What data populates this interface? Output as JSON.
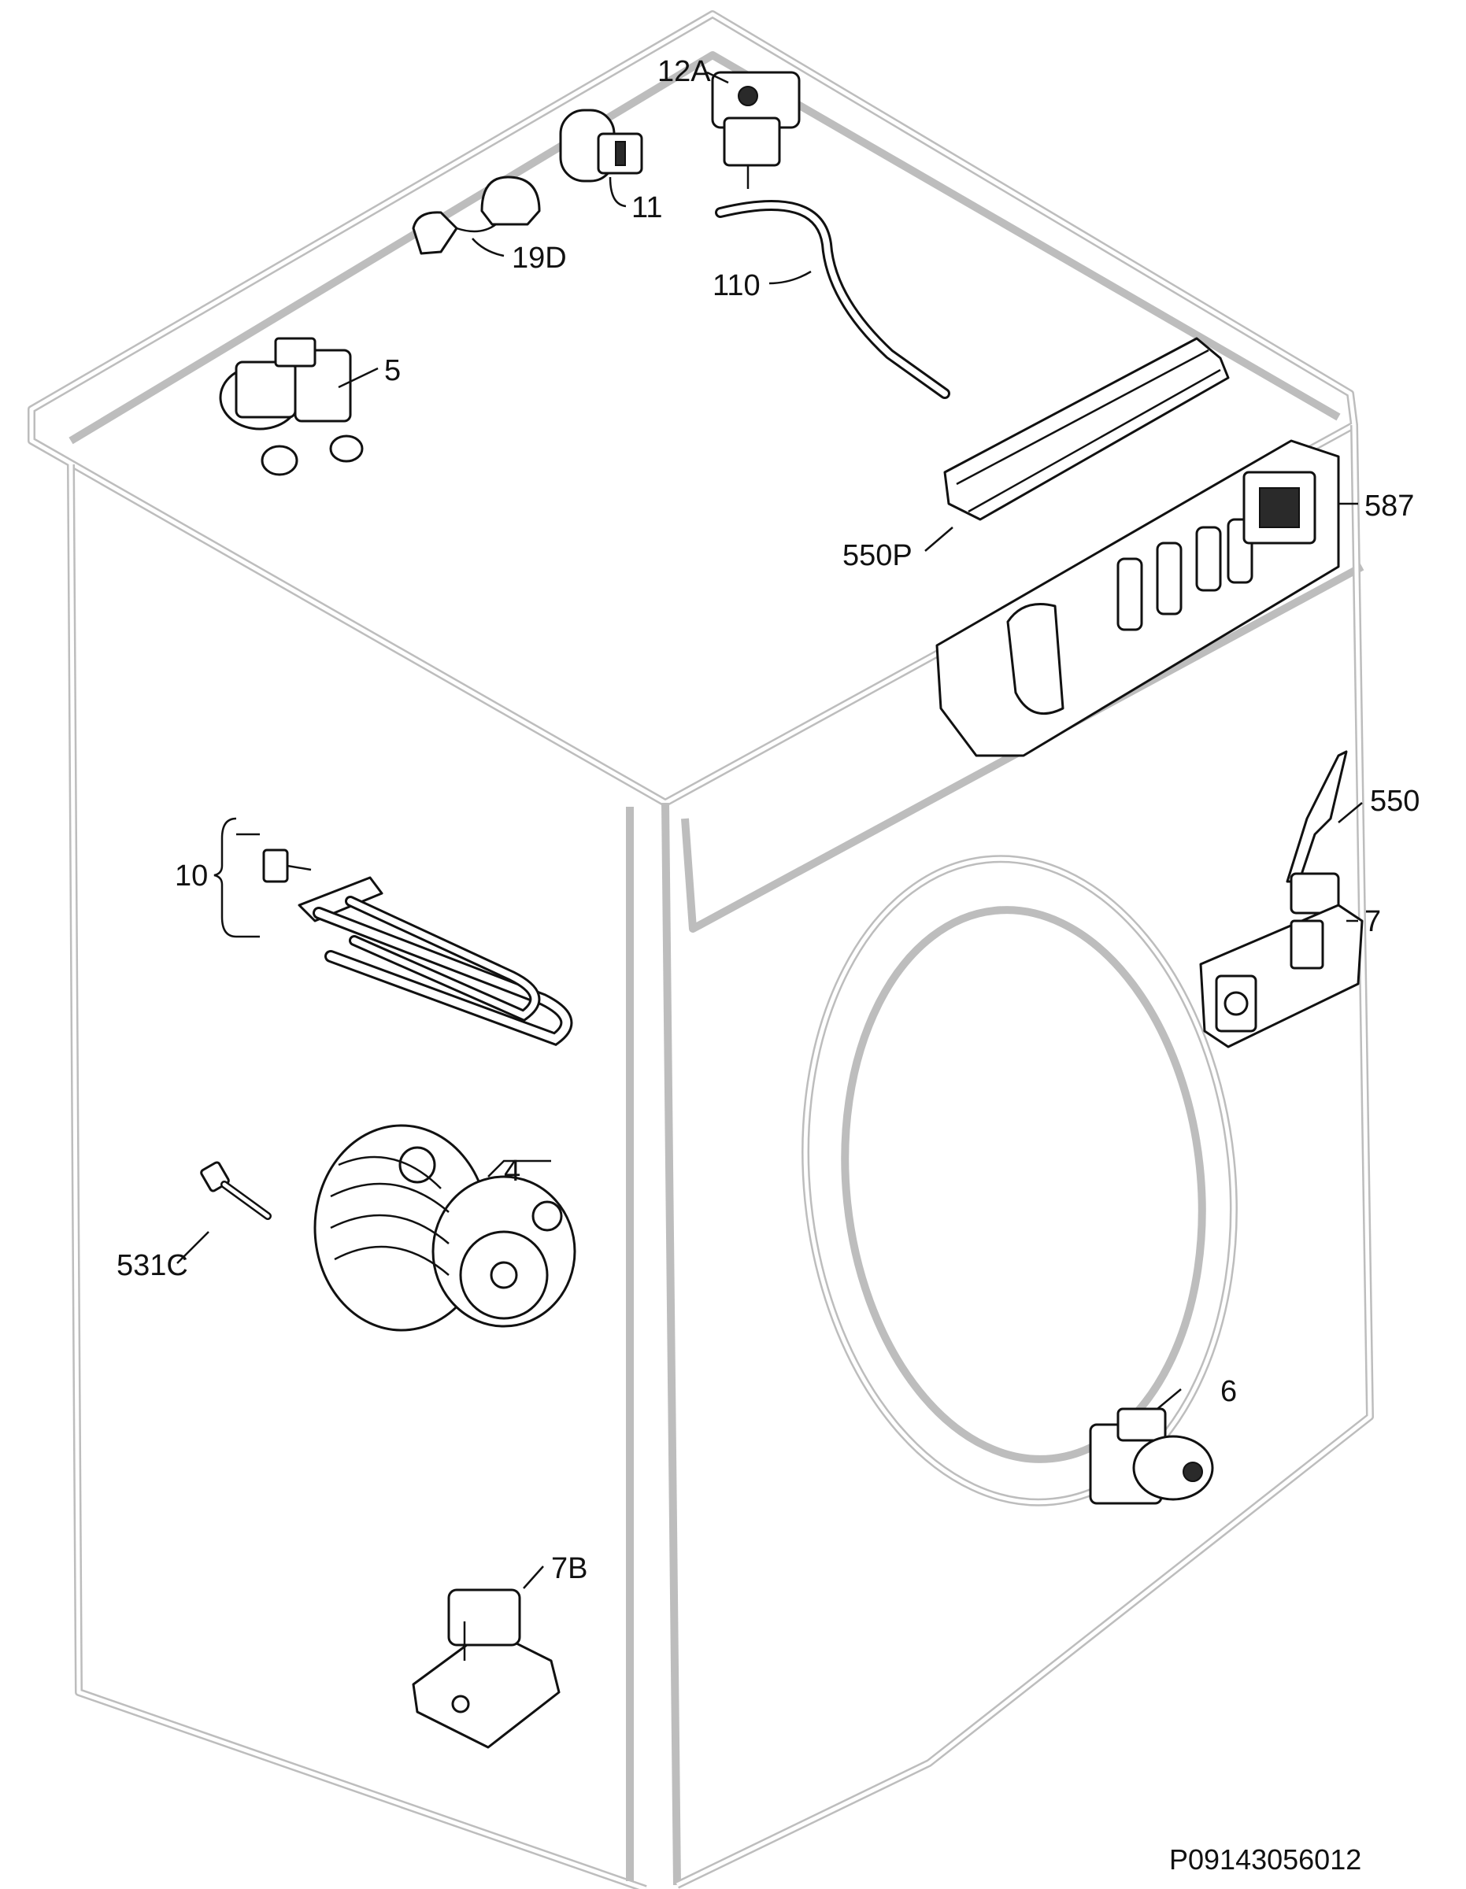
{
  "diagram": {
    "reference_code": "P09143056012",
    "labels": {
      "p12a": "12A",
      "p11": "11",
      "p19d": "19D",
      "p110": "110",
      "p5": "5",
      "p550p": "550P",
      "p587": "587",
      "p550": "550",
      "p7": "7",
      "p10": "10",
      "p4": "4",
      "p531c": "531C",
      "p6": "6",
      "p7b": "7B"
    }
  }
}
